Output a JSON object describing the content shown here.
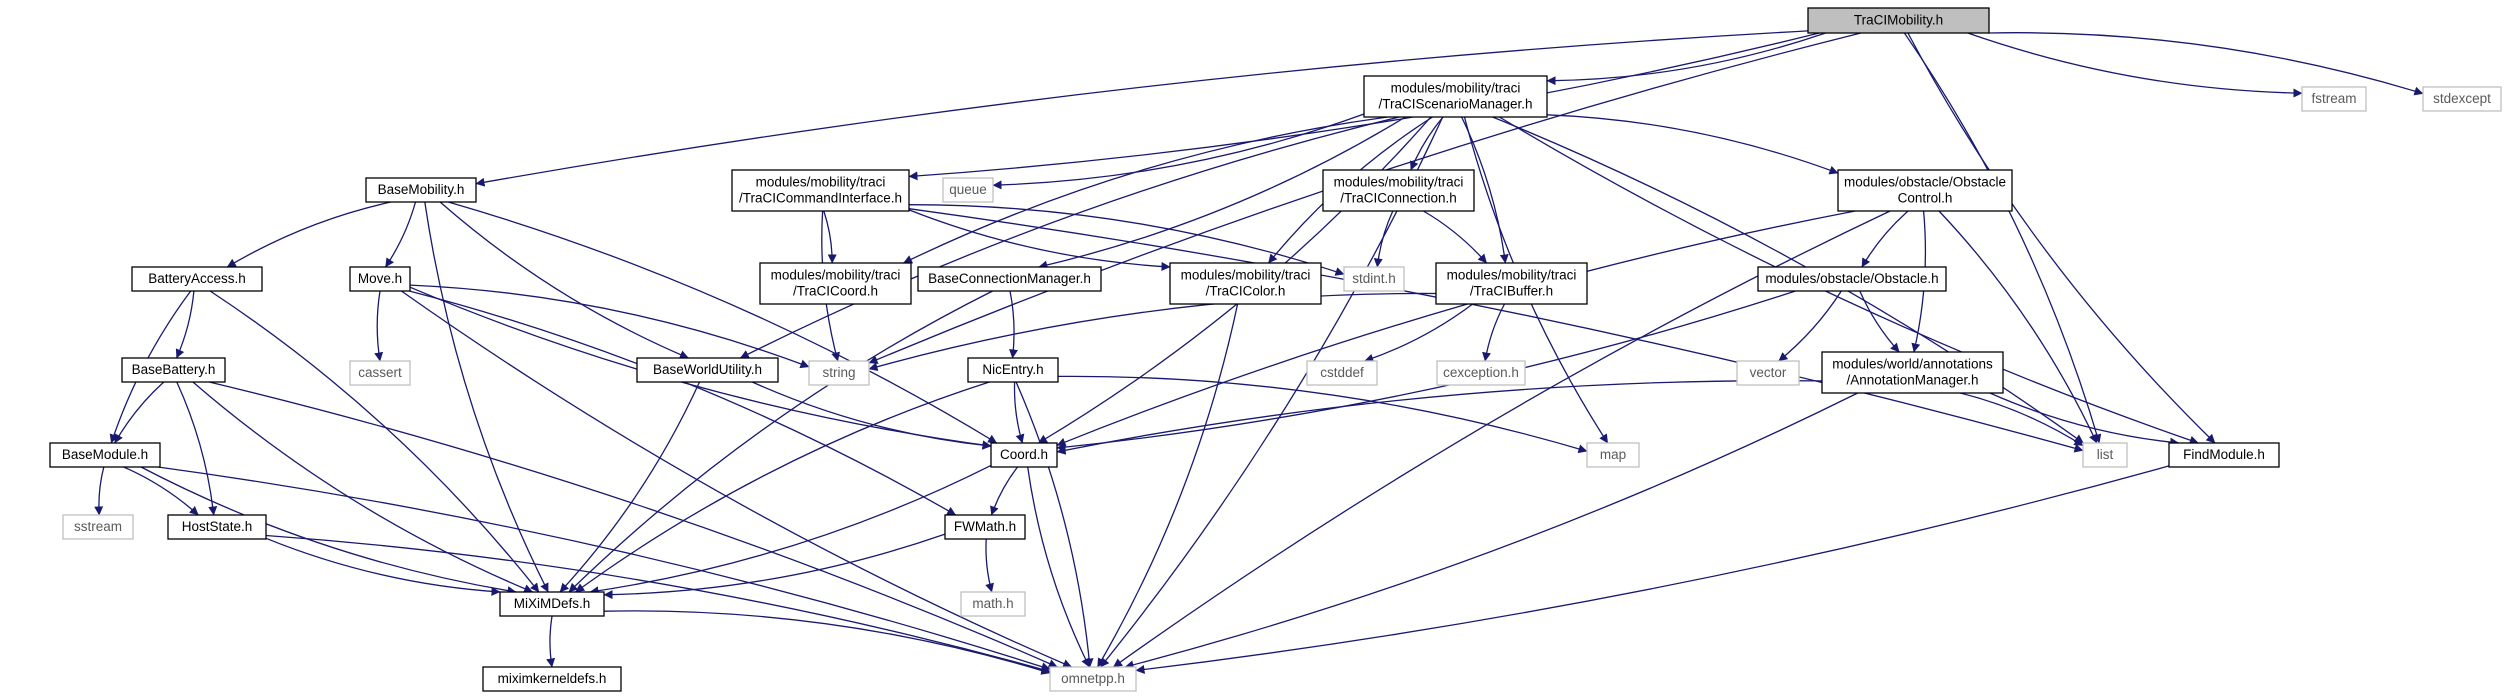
{
  "colors": {
    "root_fill": "#bfbfbf",
    "node_border": "#000000",
    "system_border": "#bfbfbf",
    "edge": "#191970",
    "system_edge": "#5a5a5a",
    "background": "#ffffff"
  },
  "nodes": [
    {
      "id": "tracimobility",
      "lines": [
        "TraCIMobility.h"
      ],
      "kind": "root"
    },
    {
      "id": "scenariomanager",
      "lines": [
        "modules/mobility/traci",
        "/TraCIScenarioManager.h"
      ],
      "kind": "local"
    },
    {
      "id": "fstream",
      "lines": [
        "fstream"
      ],
      "kind": "system"
    },
    {
      "id": "stdexcept",
      "lines": [
        "stdexcept"
      ],
      "kind": "system"
    },
    {
      "id": "basemobility",
      "lines": [
        "BaseMobility.h"
      ],
      "kind": "local"
    },
    {
      "id": "commandinterface",
      "lines": [
        "modules/mobility/traci",
        "/TraCICommandInterface.h"
      ],
      "kind": "local"
    },
    {
      "id": "queue",
      "lines": [
        "queue"
      ],
      "kind": "system"
    },
    {
      "id": "traciconnection",
      "lines": [
        "modules/mobility/traci",
        "/TraCIConnection.h"
      ],
      "kind": "local"
    },
    {
      "id": "obstaclecontrol",
      "lines": [
        "modules/obstacle/Obstacle",
        "Control.h"
      ],
      "kind": "local"
    },
    {
      "id": "batteryaccess",
      "lines": [
        "BatteryAccess.h"
      ],
      "kind": "local"
    },
    {
      "id": "move",
      "lines": [
        "Move.h"
      ],
      "kind": "local"
    },
    {
      "id": "tracicoord",
      "lines": [
        "modules/mobility/traci",
        "/TraCICoord.h"
      ],
      "kind": "local"
    },
    {
      "id": "baseconnectionmanager",
      "lines": [
        "BaseConnectionManager.h"
      ],
      "kind": "local"
    },
    {
      "id": "tracicolor",
      "lines": [
        "modules/mobility/traci",
        "/TraCIColor.h"
      ],
      "kind": "local"
    },
    {
      "id": "stdint",
      "lines": [
        "stdint.h"
      ],
      "kind": "system"
    },
    {
      "id": "tracibuffer",
      "lines": [
        "modules/mobility/traci",
        "/TraCIBuffer.h"
      ],
      "kind": "local"
    },
    {
      "id": "obstacle",
      "lines": [
        "modules/obstacle/Obstacle.h"
      ],
      "kind": "local"
    },
    {
      "id": "basebattery",
      "lines": [
        "BaseBattery.h"
      ],
      "kind": "local"
    },
    {
      "id": "cassert",
      "lines": [
        "cassert"
      ],
      "kind": "system"
    },
    {
      "id": "baseworldutility",
      "lines": [
        "BaseWorldUtility.h"
      ],
      "kind": "local"
    },
    {
      "id": "string",
      "lines": [
        "string"
      ],
      "kind": "system"
    },
    {
      "id": "nicentry",
      "lines": [
        "NicEntry.h"
      ],
      "kind": "local"
    },
    {
      "id": "cstddef",
      "lines": [
        "cstddef"
      ],
      "kind": "system"
    },
    {
      "id": "cexception",
      "lines": [
        "cexception.h"
      ],
      "kind": "system"
    },
    {
      "id": "vector",
      "lines": [
        "vector"
      ],
      "kind": "system"
    },
    {
      "id": "annotationmanager",
      "lines": [
        "modules/world/annotations",
        "/AnnotationManager.h"
      ],
      "kind": "local"
    },
    {
      "id": "basemodule",
      "lines": [
        "BaseModule.h"
      ],
      "kind": "local"
    },
    {
      "id": "coord",
      "lines": [
        "Coord.h"
      ],
      "kind": "local"
    },
    {
      "id": "map",
      "lines": [
        "map"
      ],
      "kind": "system"
    },
    {
      "id": "list",
      "lines": [
        "list"
      ],
      "kind": "system"
    },
    {
      "id": "findmodule",
      "lines": [
        "FindModule.h"
      ],
      "kind": "local"
    },
    {
      "id": "sstream",
      "lines": [
        "sstream"
      ],
      "kind": "system"
    },
    {
      "id": "hoststate",
      "lines": [
        "HostState.h"
      ],
      "kind": "local"
    },
    {
      "id": "fwmath",
      "lines": [
        "FWMath.h"
      ],
      "kind": "local"
    },
    {
      "id": "mathh",
      "lines": [
        "math.h"
      ],
      "kind": "system"
    },
    {
      "id": "miximdefs",
      "lines": [
        "MiXiMDefs.h"
      ],
      "kind": "local"
    },
    {
      "id": "miximkerneldefs",
      "lines": [
        "miximkerneldefs.h"
      ],
      "kind": "local"
    },
    {
      "id": "omnetpp",
      "lines": [
        "omnetpp.h"
      ],
      "kind": "system"
    }
  ],
  "edges": [
    [
      "tracimobility",
      "scenariomanager"
    ],
    [
      "tracimobility",
      "fstream"
    ],
    [
      "tracimobility",
      "stdexcept"
    ],
    [
      "tracimobility",
      "basemobility"
    ],
    [
      "tracimobility",
      "commandinterface"
    ],
    [
      "tracimobility",
      "string"
    ],
    [
      "tracimobility",
      "list"
    ],
    [
      "tracimobility",
      "findmodule"
    ],
    [
      "scenariomanager",
      "queue"
    ],
    [
      "scenariomanager",
      "traciconnection"
    ],
    [
      "scenariomanager",
      "obstaclecontrol"
    ],
    [
      "scenariomanager",
      "tracicoord"
    ],
    [
      "scenariomanager",
      "baseconnectionmanager"
    ],
    [
      "scenariomanager",
      "tracicolor"
    ],
    [
      "scenariomanager",
      "tracibuffer"
    ],
    [
      "scenariomanager",
      "baseworldutility"
    ],
    [
      "scenariomanager",
      "coord"
    ],
    [
      "scenariomanager",
      "map"
    ],
    [
      "scenariomanager",
      "list"
    ],
    [
      "scenariomanager",
      "findmodule"
    ],
    [
      "scenariomanager",
      "omnetpp"
    ],
    [
      "basemobility",
      "batteryaccess"
    ],
    [
      "basemobility",
      "move"
    ],
    [
      "basemobility",
      "baseworldutility"
    ],
    [
      "basemobility",
      "coord"
    ],
    [
      "basemobility",
      "miximdefs"
    ],
    [
      "commandinterface",
      "tracicoord"
    ],
    [
      "commandinterface",
      "tracicolor"
    ],
    [
      "commandinterface",
      "stdint"
    ],
    [
      "commandinterface",
      "string"
    ],
    [
      "commandinterface",
      "list"
    ],
    [
      "traciconnection",
      "stdint"
    ],
    [
      "traciconnection",
      "tracibuffer"
    ],
    [
      "obstaclecontrol",
      "obstacle"
    ],
    [
      "obstaclecontrol",
      "annotationmanager"
    ],
    [
      "obstaclecontrol",
      "coord"
    ],
    [
      "obstaclecontrol",
      "list"
    ],
    [
      "obstaclecontrol",
      "omnetpp"
    ],
    [
      "batteryaccess",
      "basebattery"
    ],
    [
      "batteryaccess",
      "basemodule"
    ],
    [
      "batteryaccess",
      "miximdefs"
    ],
    [
      "move",
      "cassert"
    ],
    [
      "move",
      "string"
    ],
    [
      "move",
      "coord"
    ],
    [
      "move",
      "fwmath"
    ],
    [
      "move",
      "omnetpp"
    ],
    [
      "baseconnectionmanager",
      "nicentry"
    ],
    [
      "baseconnectionmanager",
      "miximdefs"
    ],
    [
      "tracicolor",
      "omnetpp"
    ],
    [
      "tracibuffer",
      "string"
    ],
    [
      "tracibuffer",
      "cstddef"
    ],
    [
      "tracibuffer",
      "cexception"
    ],
    [
      "obstacle",
      "vector"
    ],
    [
      "obstacle",
      "annotationmanager"
    ],
    [
      "obstacle",
      "coord"
    ],
    [
      "basebattery",
      "basemodule"
    ],
    [
      "basebattery",
      "hoststate"
    ],
    [
      "basebattery",
      "miximdefs"
    ],
    [
      "basebattery",
      "omnetpp"
    ],
    [
      "baseworldutility",
      "coord"
    ],
    [
      "baseworldutility",
      "miximdefs"
    ],
    [
      "nicentry",
      "coord"
    ],
    [
      "nicentry",
      "map"
    ],
    [
      "nicentry",
      "miximdefs"
    ],
    [
      "nicentry",
      "omnetpp"
    ],
    [
      "annotationmanager",
      "coord"
    ],
    [
      "annotationmanager",
      "list"
    ],
    [
      "annotationmanager",
      "findmodule"
    ],
    [
      "annotationmanager",
      "omnetpp"
    ],
    [
      "basemodule",
      "sstream"
    ],
    [
      "basemodule",
      "hoststate"
    ],
    [
      "basemodule",
      "miximdefs"
    ],
    [
      "basemodule",
      "omnetpp"
    ],
    [
      "coord",
      "fwmath"
    ],
    [
      "coord",
      "miximdefs"
    ],
    [
      "coord",
      "omnetpp"
    ],
    [
      "findmodule",
      "omnetpp"
    ],
    [
      "hoststate",
      "miximdefs"
    ],
    [
      "hoststate",
      "omnetpp"
    ],
    [
      "fwmath",
      "mathh"
    ],
    [
      "fwmath",
      "miximdefs"
    ],
    [
      "miximdefs",
      "miximkerneldefs"
    ],
    [
      "miximdefs",
      "omnetpp"
    ]
  ]
}
